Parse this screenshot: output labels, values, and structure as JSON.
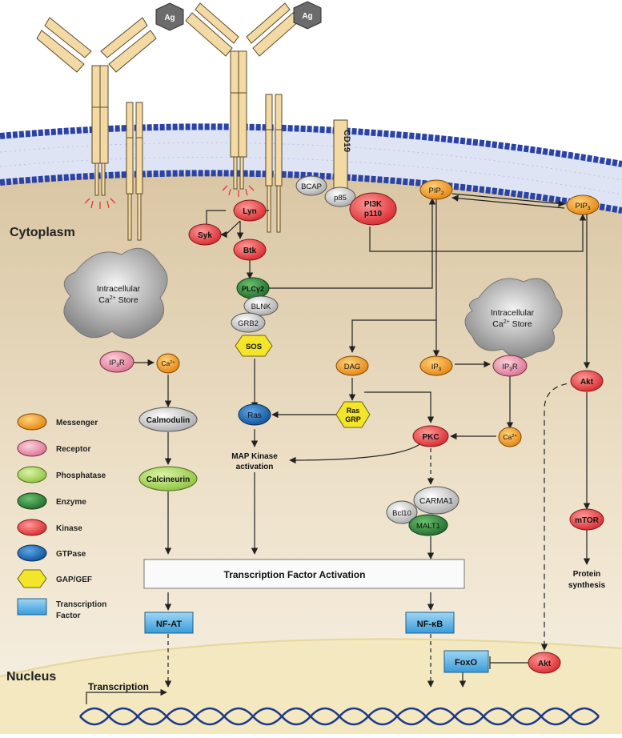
{
  "regions": {
    "cytoplasm": "Cytoplasm",
    "nucleus": "Nucleus"
  },
  "antigen": {
    "left": "Ag",
    "right": "Ag"
  },
  "membrane": {
    "cd19": "CD19"
  },
  "nodes": {
    "lyn": "Lyn",
    "syk": "Syk",
    "btk": "Btk",
    "plcg": "PLCγ2",
    "blnk": "BLNK",
    "grb2": "GRB2",
    "sos": "SOS",
    "ras": "Ras",
    "rasgrp1": "Ras",
    "rasgrp2": "GRP",
    "bcap": "BCAP",
    "p85": "p85",
    "pi3k1": "PI3K",
    "pi3k2": "p110",
    "pip2_base": "PIP",
    "pip2_sub": "2",
    "pip3_base": "PIP",
    "pip3_sub": "3",
    "dag": "DAG",
    "ip3_base": "IP",
    "ip3_sub": "3",
    "ip3r_base": "IP",
    "ip3r_sub": "3",
    "ip3r_r": "R",
    "ca_base": "Ca",
    "ca_sup": "2+",
    "calmodulin": "Calmodulin",
    "calcineurin": "Calcineurin",
    "pkc": "PKC",
    "carma1": "CARMA1",
    "bcl10": "Bcl10",
    "malt1": "MALT1",
    "akt": "Akt",
    "mtor": "mTOR",
    "foxo": "FoxO",
    "nfat": "NF-AT",
    "nfkb": "NF-κB"
  },
  "stores": {
    "line1": "Intracellular",
    "line2_base": "Ca",
    "line2_sup": "2+",
    "line2_rest": " Store"
  },
  "labels": {
    "mapk1": "MAP Kinase",
    "mapk2": "activation",
    "tfa": "Transcription Factor Activation",
    "protein1": "Protein",
    "protein2": "synthesis",
    "transcription": "Transcription"
  },
  "legend": [
    {
      "label": "Messenger",
      "color": "#f4931f"
    },
    {
      "label": "Receptor",
      "color": "#e892ab"
    },
    {
      "label": "Phosphatase",
      "color": "#a6d65a"
    },
    {
      "label": "Enzyme",
      "color": "#2f8a3a"
    },
    {
      "label": "Kinase",
      "color": "#e8484b"
    },
    {
      "label": "GTPase",
      "color": "#1a6fb8"
    },
    {
      "label": "GAP/GEF",
      "color": "#f3e52a"
    },
    {
      "label": "Transcription",
      "label2": "Factor",
      "color": "#5fb4e8"
    }
  ],
  "colors": {
    "membrane": "#2a43a5",
    "cytoplasm_top": "#dcc9a8",
    "cytoplasm_bottom": "#f6efe2",
    "nucleus": "#f3e8bf",
    "antibody": "#f3d9a4",
    "antigen": "#666666",
    "dna": "#1e3a8a"
  }
}
